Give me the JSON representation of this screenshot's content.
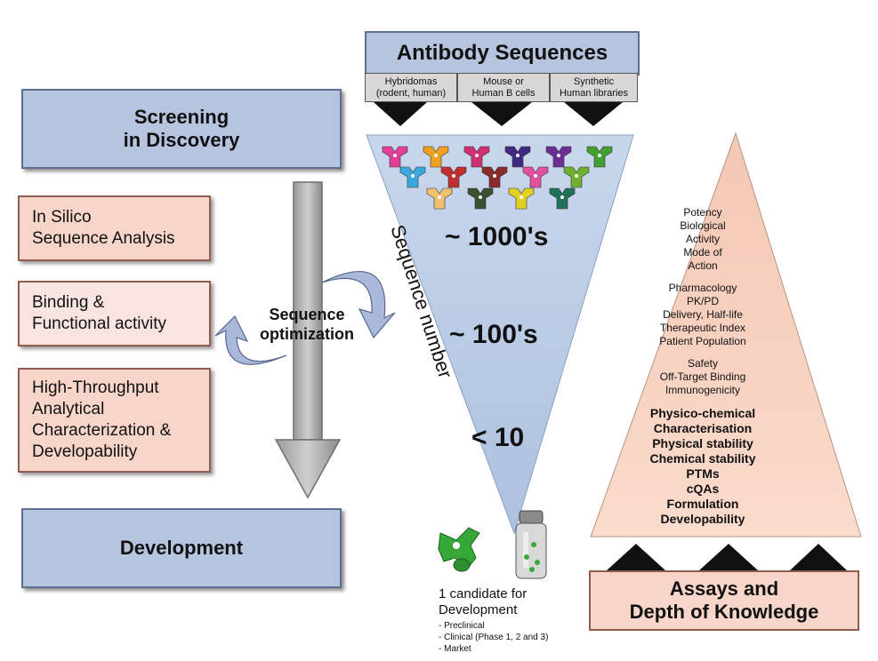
{
  "header": {
    "title": "Antibody Sequences",
    "sources": [
      "Hybridomas\n(rodent, human)",
      "Mouse or\nHuman B cells",
      "Synthetic\nHuman libraries"
    ]
  },
  "stages": {
    "discovery": "Screening\nin Discovery",
    "development": "Development"
  },
  "assays_left": [
    "In Silico\nSequence Analysis",
    "Binding &\nFunctional activity",
    "High-Throughput\nAnalytical\nCharacterization &\nDevelopability"
  ],
  "optimization_label": "Sequence\noptimization",
  "funnel": {
    "axis_label": "Sequence number",
    "counts": [
      "~ 1000's",
      "~ 100's",
      "< 10"
    ]
  },
  "candidate": {
    "title": "1 candidate for\nDevelopment",
    "phases": [
      "- Preclinical",
      "- Clinical (Phase 1, 2 and 3)",
      "- Market"
    ]
  },
  "knowledge": {
    "title": "Assays and\nDepth of Knowledge",
    "groups": [
      [
        "Potency",
        "Biological",
        "Activity",
        "Mode of",
        "Action"
      ],
      [
        "Pharmacology",
        "PK/PD",
        "Delivery, Half-life",
        "Therapeutic Index",
        "Patient Population"
      ],
      [
        "Safety",
        "Off-Target Binding",
        "Immunogenicity"
      ]
    ],
    "bold_items": [
      "Physico-chemical",
      "Characterisation",
      "Physical stability",
      "Chemical stability",
      "PTMs",
      "cQAs",
      "Formulation",
      "Developability"
    ]
  },
  "colors": {
    "blue_box": "#b7c4df",
    "pink_box": "#f7d6c9",
    "funnel": "#bccde6",
    "pyramid": "#f8d2c2",
    "antibodies": [
      "#e0409a",
      "#f0a020",
      "#d03070",
      "#402a80",
      "#6a2f90",
      "#40a030",
      "#3aa8d8",
      "#c03030",
      "#8a2a2a",
      "#e050a0",
      "#70b030",
      "#f0c070",
      "#3a5030",
      "#e0d020",
      "#20705a"
    ]
  },
  "icons": [
    "antibody-icon",
    "vial-icon",
    "curved-arrow-icon",
    "down-arrow-icon"
  ]
}
